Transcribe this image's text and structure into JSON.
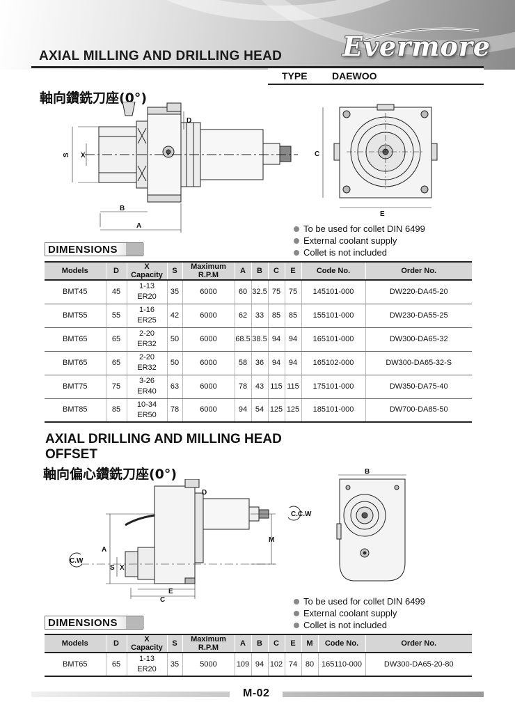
{
  "header": {
    "title": "AXIAL MILLING AND DRILLING HEAD",
    "brand": "Evermore",
    "type_label": "TYPE",
    "type_value": "DAEWOO"
  },
  "section1": {
    "cn_title": "軸向鑽銑刀座(0°)",
    "drawing_labels": {
      "s": "S",
      "x": "X",
      "d": "D",
      "b": "B",
      "a": "A",
      "c": "C",
      "e": "E"
    },
    "notes": [
      "To be used for collet DIN 6499",
      "External coolant supply",
      "Collet is not included"
    ],
    "dimensions_label": "DIMENSIONS",
    "table": {
      "headers": [
        "Models",
        "D",
        "X Capacity",
        "S",
        "Maximum R.P.M",
        "A",
        "B",
        "C",
        "E",
        "Code No.",
        "Order No."
      ],
      "header_x": [
        "X",
        "Capacity"
      ],
      "header_rpm": [
        "Maximum",
        "R.P.M"
      ],
      "rows": [
        {
          "model": "BMT45",
          "d": "45",
          "x1": "1-13",
          "x2": "ER20",
          "s": "35",
          "rpm": "6000",
          "a": "60",
          "b": "32.5",
          "c": "75",
          "e": "75",
          "code": "145101-000",
          "order": "DW220-DA45-20"
        },
        {
          "model": "BMT55",
          "d": "55",
          "x1": "1-16",
          "x2": "ER25",
          "s": "42",
          "rpm": "6000",
          "a": "62",
          "b": "33",
          "c": "85",
          "e": "85",
          "code": "155101-000",
          "order": "DW230-DA55-25"
        },
        {
          "model": "BMT65",
          "d": "65",
          "x1": "2-20",
          "x2": "ER32",
          "s": "50",
          "rpm": "6000",
          "a": "68.5",
          "b": "38.5",
          "c": "94",
          "e": "94",
          "code": "165101-000",
          "order": "DW300-DA65-32"
        },
        {
          "model": "BMT65",
          "d": "65",
          "x1": "2-20",
          "x2": "ER32",
          "s": "50",
          "rpm": "6000",
          "a": "58",
          "b": "36",
          "c": "94",
          "e": "94",
          "code": "165102-000",
          "order": "DW300-DA65-32-S"
        },
        {
          "model": "BMT75",
          "d": "75",
          "x1": "3-26",
          "x2": "ER40",
          "s": "63",
          "rpm": "6000",
          "a": "78",
          "b": "43",
          "c": "115",
          "e": "115",
          "code": "175101-000",
          "order": "DW350-DA75-40"
        },
        {
          "model": "BMT85",
          "d": "85",
          "x1": "10-34",
          "x2": "ER50",
          "s": "78",
          "rpm": "6000",
          "a": "94",
          "b": "54",
          "c": "125",
          "e": "125",
          "code": "185101-000",
          "order": "DW700-DA85-50"
        }
      ]
    }
  },
  "section2": {
    "title_line1": "AXIAL DRILLING AND MILLING HEAD",
    "title_line2": "OFFSET",
    "cn_title": "軸向偏心鑽銑刀座(0°)",
    "drawing_labels": {
      "d": "D",
      "a": "A",
      "s": "S",
      "x": "X",
      "e": "E",
      "c": "C",
      "m": "M",
      "b": "B",
      "cw": "C.W",
      "ccw": "C.C.W"
    },
    "notes": [
      "To be used for collet DIN 6499",
      "External coolant supply",
      "Collet is not included"
    ],
    "dimensions_label": "DIMENSIONS",
    "table": {
      "headers": [
        "Models",
        "D",
        "X Capacity",
        "S",
        "Maximum R.P.M",
        "A",
        "B",
        "C",
        "E",
        "M",
        "Code No.",
        "Order No."
      ],
      "header_x": [
        "X",
        "Capacity"
      ],
      "header_rpm": [
        "Maximum",
        "R.P.M"
      ],
      "rows": [
        {
          "model": "BMT65",
          "d": "65",
          "x1": "1-13",
          "x2": "ER20",
          "s": "35",
          "rpm": "5000",
          "a": "109",
          "b": "94",
          "c": "102",
          "e": "74",
          "m": "80",
          "code": "165110-000",
          "order": "DW300-DA65-20-80"
        }
      ]
    }
  },
  "footer": {
    "page": "M-02"
  }
}
